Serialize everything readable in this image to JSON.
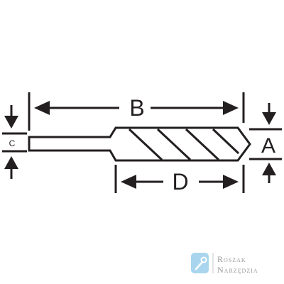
{
  "diagram": {
    "labels": {
      "b": "B",
      "d": "D",
      "a": "A",
      "c": "C"
    },
    "colors": {
      "ink": "#231f20",
      "watermark_text": "#9a9a9a",
      "watermark_icon": "#a9d6ee"
    }
  },
  "watermark": {
    "line1": "Roszak",
    "line2": "Narzędzia",
    "icon": "wrench-icon"
  }
}
